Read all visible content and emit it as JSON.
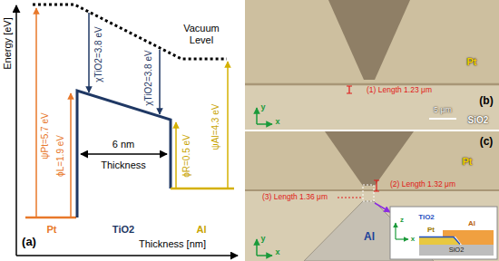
{
  "diagram": {
    "labels": [
      "Energy [eV]",
      "Vacuum Level",
      "ψPt=5.7 eV",
      "χTiO2=3.8 eV",
      "χTiO2=3.8 eV",
      "ϕL=1.9 eV",
      "6 nm",
      "Thickness",
      "ϕR=0.5 eV",
      "ψAl=4.3 eV",
      "Pt",
      "TiO2",
      "Al",
      "Thickness [nm]",
      "(a)",
      "Pt",
      "(1) Length 1.23 μm",
      "5 μm",
      "SiO2",
      "(b)",
      "y",
      "x",
      "Pt",
      "(2) Length 1.32 μm",
      "(3) Length 1.36 μm",
      "Al",
      "(c)",
      "y",
      "x",
      "TiO2",
      "Al",
      "Pt",
      "SiO2",
      "z",
      "x"
    ]
  }
}
